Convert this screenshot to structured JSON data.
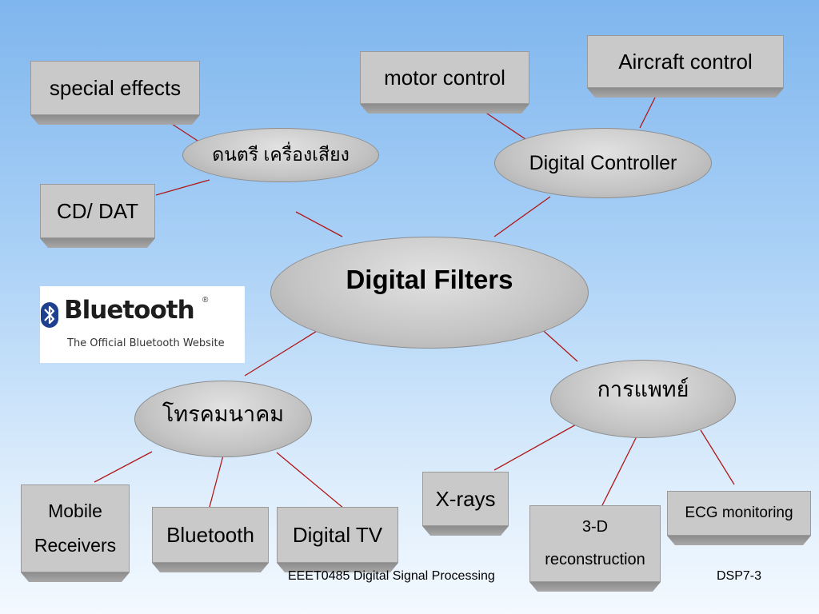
{
  "center": {
    "label": "Digital Filters"
  },
  "hubs": {
    "music": "ดนตรี เครื่องเสียง",
    "controller": "Digital Controller",
    "telecom": "โทรคมนาคม",
    "medical": "การแพทย์"
  },
  "boxes": {
    "special_effects": "special effects",
    "cd_dat": "CD/ DAT",
    "motor_control": "motor control",
    "aircraft_control": "Aircraft control",
    "mobile_line1": "Mobile",
    "mobile_line2": "Receivers",
    "bluetooth": "Bluetooth",
    "digital_tv": "Digital TV",
    "xrays": "X-rays",
    "recon_line1": "3-D",
    "recon_line2": "reconstruction",
    "ecg": "ECG monitoring"
  },
  "logo": {
    "word": "Bluetooth",
    "reg": "®",
    "tagline": "The Official Bluetooth Website",
    "color": "#1f3f8f"
  },
  "footer": {
    "course": "EEET0485 Digital Signal Processing",
    "page": "DSP7-3"
  },
  "colors": {
    "connector": "#b01818",
    "box": "#c9c9c9"
  }
}
